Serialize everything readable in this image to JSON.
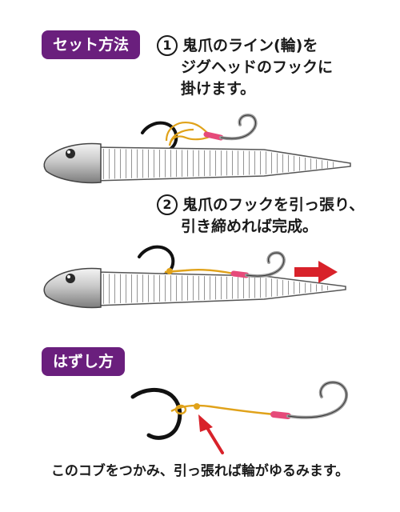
{
  "sections": {
    "set_label": "セット方法",
    "remove_label": "はずし方"
  },
  "steps": [
    {
      "number": "1",
      "lines": [
        "鬼爪のライン(輪)を",
        "ジグヘッドのフックに",
        "掛けます。"
      ]
    },
    {
      "number": "2",
      "lines": [
        "鬼爪のフックを引っ張り、",
        "引き締めれば完成。"
      ]
    }
  ],
  "caption": "このコブをつかみ、引っ張れば輪がゆるみます。",
  "colors": {
    "badge": "#6a1f7d",
    "line": "#e0a21a",
    "tube": "#e64a7a",
    "arrow": "#d8222a",
    "hook": "#111111",
    "trailer_hook": "#9a9a9a"
  }
}
